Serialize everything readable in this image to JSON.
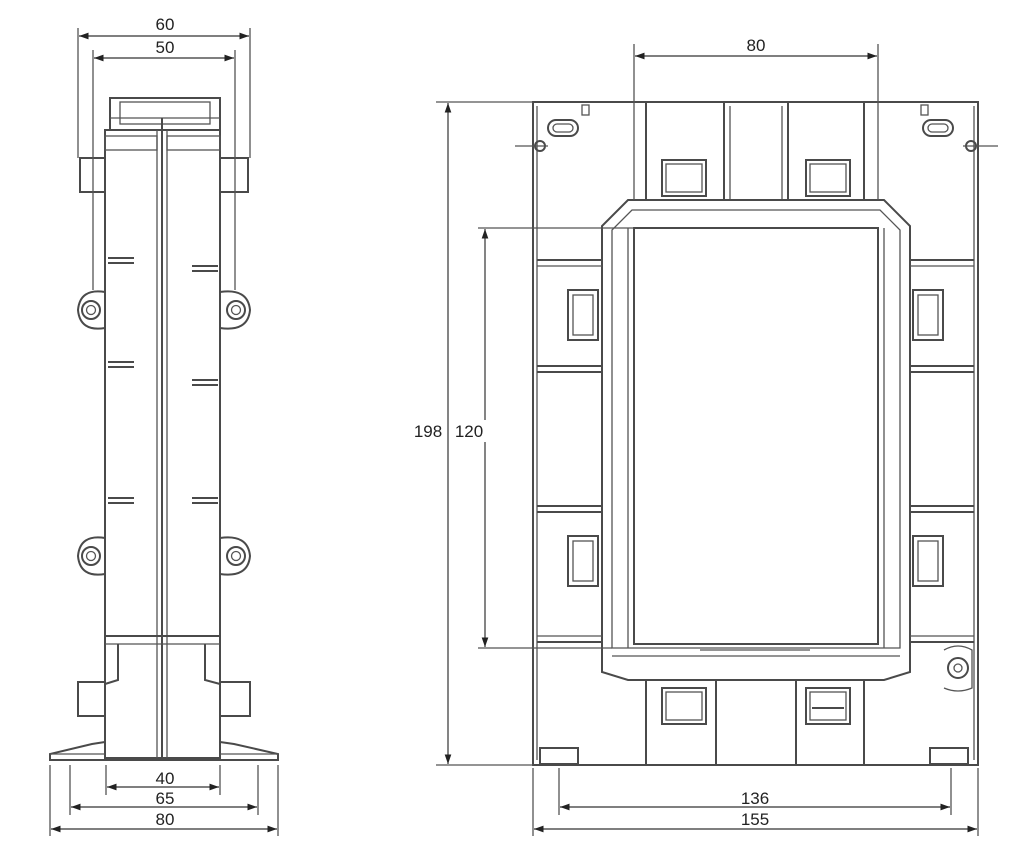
{
  "side_view": {
    "top_dims": [
      "60",
      "50"
    ],
    "bottom_dims": [
      "40",
      "65",
      "80"
    ]
  },
  "front_view": {
    "top_dim": "80",
    "height_outer": "198",
    "height_inner": "120",
    "bottom_dims": [
      "136",
      "155"
    ]
  },
  "colors": {
    "line": "#4a4a4a",
    "background": "#ffffff"
  }
}
